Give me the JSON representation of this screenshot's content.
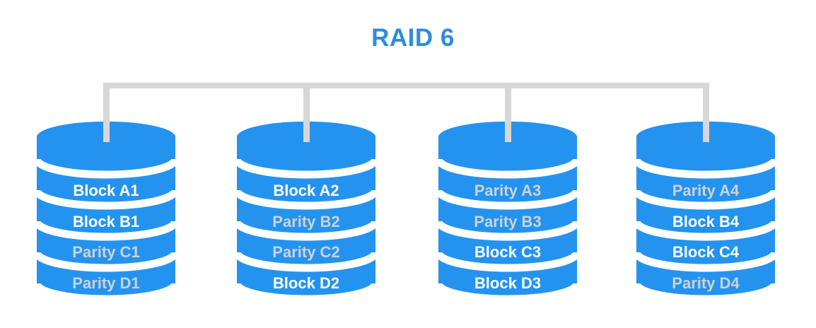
{
  "title": "RAID 6",
  "colors": {
    "title_text": "#2E8CDF",
    "disk_fill": "#2493F0",
    "connector_gray": "#D7D7D7",
    "block_label": "#FFFFFF",
    "parity_label": "#CDD2D6"
  },
  "disks": [
    {
      "id": "disk-1",
      "segments": [
        {
          "label": "Block A1",
          "type": "block",
          "label_color": "#FFFFFF"
        },
        {
          "label": "Block B1",
          "type": "block",
          "label_color": "#FFFFFF"
        },
        {
          "label": "Parity C1",
          "type": "parity",
          "label_color": "#CDD2D6"
        },
        {
          "label": "Parity D1",
          "type": "parity",
          "label_color": "#CDD2D6"
        }
      ]
    },
    {
      "id": "disk-2",
      "segments": [
        {
          "label": "Block A2",
          "type": "block",
          "label_color": "#FFFFFF"
        },
        {
          "label": "Parity B2",
          "type": "parity",
          "label_color": "#CDD2D6"
        },
        {
          "label": "Parity C2",
          "type": "parity",
          "label_color": "#CDD2D6"
        },
        {
          "label": "Block D2",
          "type": "block",
          "label_color": "#FFFFFF"
        }
      ]
    },
    {
      "id": "disk-3",
      "segments": [
        {
          "label": "Parity A3",
          "type": "parity",
          "label_color": "#CDD2D6"
        },
        {
          "label": "Parity B3",
          "type": "parity",
          "label_color": "#CDD2D6"
        },
        {
          "label": "Block C3",
          "type": "block",
          "label_color": "#FFFFFF"
        },
        {
          "label": "Block D3",
          "type": "block",
          "label_color": "#FFFFFF"
        }
      ]
    },
    {
      "id": "disk-4",
      "segments": [
        {
          "label": "Parity A4",
          "type": "parity",
          "label_color": "#CDD2D6"
        },
        {
          "label": "Block B4",
          "type": "block",
          "label_color": "#FFFFFF"
        },
        {
          "label": "Block C4",
          "type": "block",
          "label_color": "#FFFFFF"
        },
        {
          "label": "Parity D4",
          "type": "parity",
          "label_color": "#CDD2D6"
        }
      ]
    }
  ]
}
